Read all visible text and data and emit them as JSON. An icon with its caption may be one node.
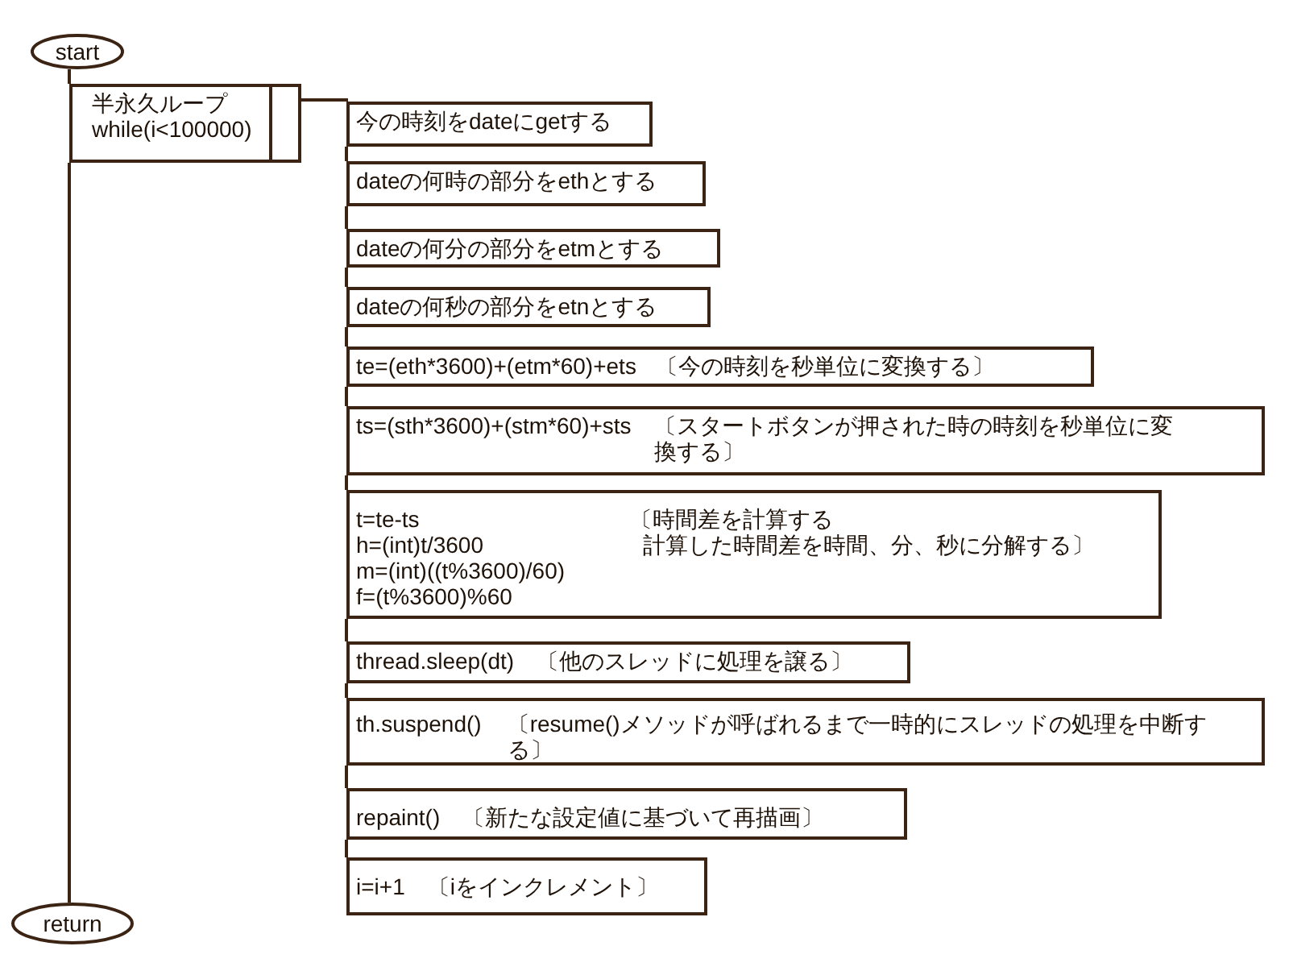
{
  "diagram": {
    "nodes": [
      {
        "text": [
          "start"
        ]
      },
      {
        "text": [
          "半永久ループ",
          "while(i<100000)"
        ]
      },
      {
        "text": [
          "今の時刻をdateにgetする"
        ]
      },
      {
        "text": [
          "dateの何時の部分をethとする"
        ]
      },
      {
        "text": [
          "dateの何分の部分をetmとする"
        ]
      },
      {
        "text": [
          "dateの何秒の部分をetnとする"
        ]
      },
      {
        "text": [
          "te=(eth*3600)+(etm*60)+ets",
          "〔今の時刻を秒単位に変換する〕"
        ]
      },
      {
        "text": [
          "ts=(sth*3600)+(stm*60)+sts",
          "〔スタートボタンが押された時の時刻を秒単位に変換する〕"
        ]
      },
      {
        "text": [
          "t=te-ts",
          "h=(int)t/3600",
          "m=(int)((t%3600)/60)",
          "f=(t%3600)%60",
          "〔時間差を計算する",
          "計算した時間差を時間、分、秒に分解する〕"
        ]
      },
      {
        "text": [
          "thread.sleep(dt)",
          "〔他のスレッドに処理を譲る〕"
        ]
      },
      {
        "text": [
          "th.suspend()",
          "〔resume()メソッドが呼ばれるまで一時的にスレッドの処理を中断する〕"
        ]
      },
      {
        "text": [
          "repaint()",
          "〔新たな設定値に基づいて再描画〕"
        ]
      },
      {
        "text": [
          "i=i+1",
          "〔iをインクレメント〕"
        ]
      },
      {
        "text": [
          "return"
        ]
      }
    ],
    "edges": [
      {
        "from": 0,
        "to": 1,
        "arrow": "none"
      },
      {
        "from": 1,
        "to": 13,
        "arrow": "none"
      },
      {
        "from": 1,
        "to": 2,
        "arrow": "none"
      },
      {
        "from": 2,
        "to": 3,
        "arrow": "none"
      },
      {
        "from": 3,
        "to": 4,
        "arrow": "none"
      },
      {
        "from": 4,
        "to": 5,
        "arrow": "none"
      },
      {
        "from": 5,
        "to": 6,
        "arrow": "none"
      },
      {
        "from": 6,
        "to": 7,
        "arrow": "none"
      },
      {
        "from": 7,
        "to": 8,
        "arrow": "none"
      },
      {
        "from": 8,
        "to": 9,
        "arrow": "none"
      },
      {
        "from": 9,
        "to": 10,
        "arrow": "none"
      },
      {
        "from": 10,
        "to": 11,
        "arrow": "none"
      },
      {
        "from": 11,
        "to": 12,
        "arrow": "none"
      }
    ]
  }
}
